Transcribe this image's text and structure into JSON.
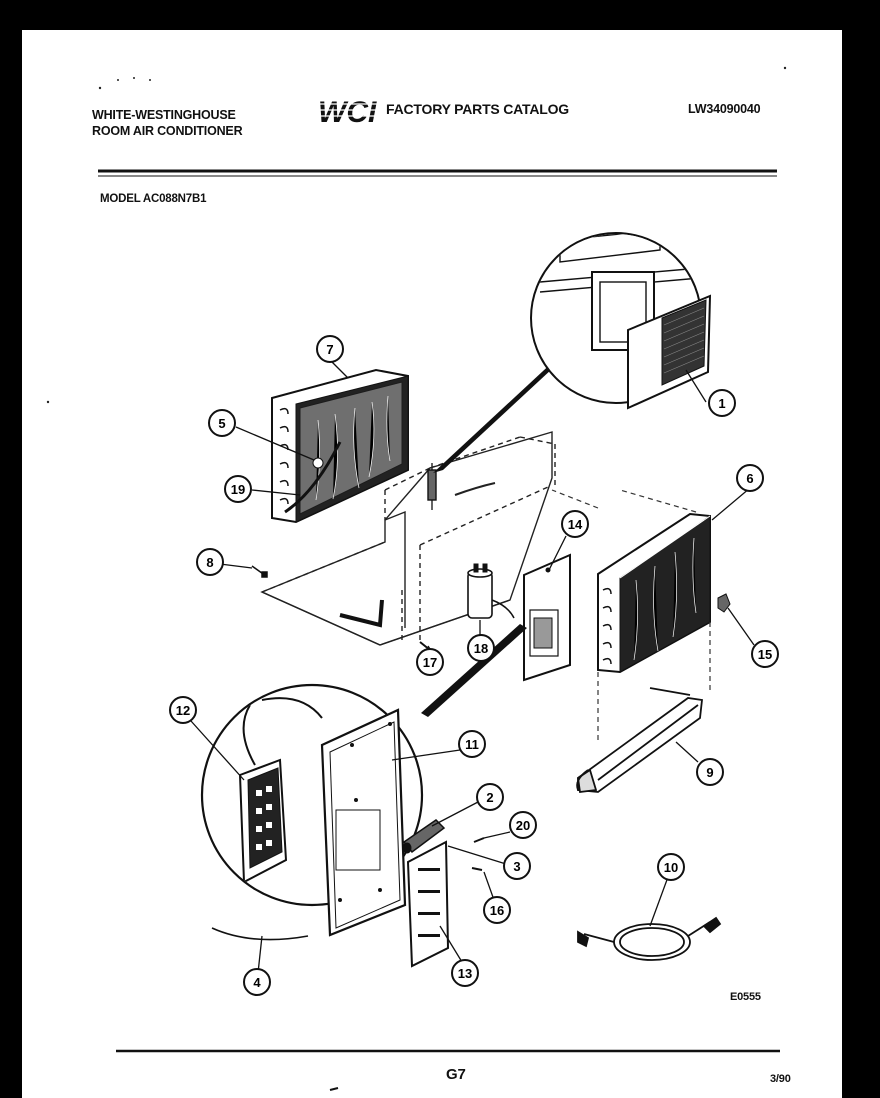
{
  "header": {
    "brand_line1": "WHITE-WESTINGHOUSE",
    "brand_line2": "ROOM AIR CONDITIONER",
    "logo": "WCI",
    "catalog_title": "FACTORY PARTS CATALOG",
    "catalog_number": "LW34090040",
    "model": "MODEL AC088N7B1"
  },
  "callouts": [
    "1",
    "2",
    "3",
    "4",
    "5",
    "6",
    "7",
    "8",
    "9",
    "10",
    "11",
    "12",
    "13",
    "14",
    "15",
    "16",
    "17",
    "18",
    "19",
    "20"
  ],
  "footer": {
    "drawing_code": "E0555",
    "page": "G7",
    "date": "3/90"
  }
}
